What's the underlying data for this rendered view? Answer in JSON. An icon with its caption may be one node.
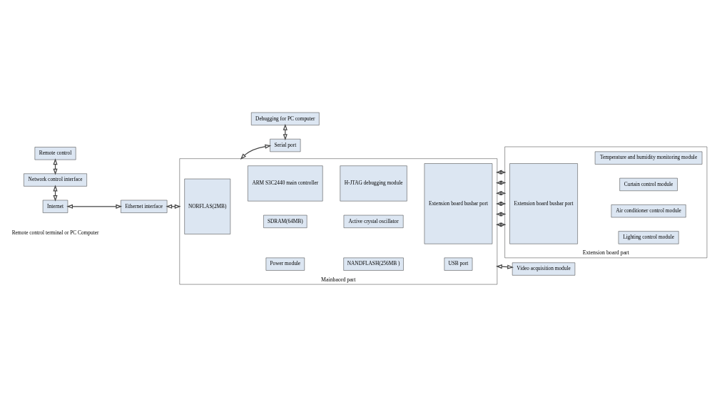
{
  "diagram": {
    "nodes": [
      {
        "text": [
          "Remote control"
        ]
      },
      {
        "text": [
          "Network control interface"
        ]
      },
      {
        "text": [
          "Internet"
        ]
      },
      {
        "text": [
          "Ethernet interface"
        ]
      },
      {
        "text": [
          "Debugging for PC computer"
        ]
      },
      {
        "text": [
          "Serial port"
        ]
      },
      {
        "text": [
          "Mainbaord part"
        ]
      },
      {
        "text": [
          "NORFLAS(2MB)"
        ],
        "in": 6
      },
      {
        "text": [
          "SDRAM(64MB)"
        ],
        "in": 6
      },
      {
        "text": [
          "Active crystal oscillator"
        ],
        "in": 6
      },
      {
        "text": [
          "ARM S3C2440 main controller"
        ],
        "in": 6
      },
      {
        "text": [
          "H-JTAG debugging module"
        ],
        "in": 6
      },
      {
        "text": [
          "Extension board busbar port"
        ],
        "in": 6
      },
      {
        "text": [
          "Power module"
        ],
        "in": 6
      },
      {
        "text": [
          "NANDFLASH(256MB )"
        ],
        "in": 6
      },
      {
        "text": [
          "USB port"
        ],
        "in": 6
      },
      {
        "text": [
          "Extension board part"
        ]
      },
      {
        "text": [
          "Extension board busbar port"
        ],
        "in": 16
      },
      {
        "text": [
          "Lighting control module"
        ],
        "in": 16
      },
      {
        "text": [
          "Air conditioner control module"
        ],
        "in": 16
      },
      {
        "text": [
          "Curtain control module"
        ],
        "in": 16
      },
      {
        "text": [
          "Temperature and humidity monitoring module"
        ],
        "in": 16
      },
      {
        "text": [
          "Video acquisition module"
        ]
      }
    ],
    "edges": [
      {
        "from": 0,
        "to": 1,
        "arrow": "both"
      },
      {
        "from": 1,
        "to": 2,
        "arrow": "both"
      },
      {
        "from": 2,
        "to": 3,
        "arrow": "both"
      },
      {
        "from": 3,
        "to": 6,
        "arrow": "both"
      },
      {
        "from": 4,
        "to": 5,
        "arrow": "both"
      },
      {
        "from": 5,
        "to": 6,
        "arrow": "both"
      },
      {
        "from": 6,
        "to": 16,
        "arrow": "both"
      },
      {
        "from": 6,
        "to": 16,
        "arrow": "both"
      },
      {
        "from": 6,
        "to": 16,
        "arrow": "both"
      },
      {
        "from": 6,
        "to": 16,
        "arrow": "both"
      },
      {
        "from": 6,
        "to": 16,
        "arrow": "both"
      },
      {
        "from": 6,
        "to": 16,
        "arrow": "both"
      },
      {
        "from": 6,
        "to": 22,
        "arrow": "both"
      }
    ],
    "labels": [
      "Remote control terminal or PC Computer"
    ]
  }
}
